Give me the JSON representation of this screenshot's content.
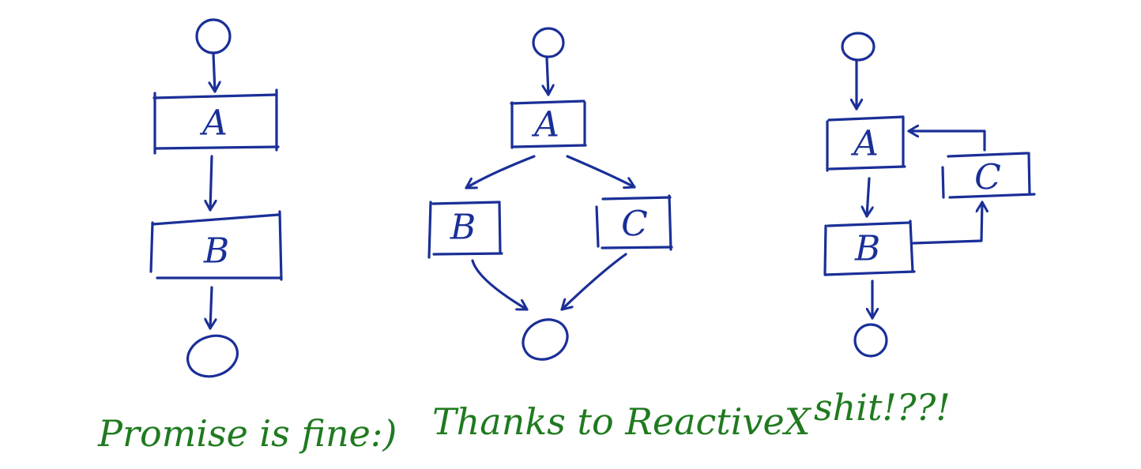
{
  "colors": {
    "ink": "#1a2f97",
    "caption": "#1f7a1f"
  },
  "diagrams": [
    {
      "caption": "Promise is fine:)",
      "nodes": {
        "A": "A",
        "B": "B"
      }
    },
    {
      "caption": "Thanks to ReactiveX",
      "nodes": {
        "A": "A",
        "B": "B",
        "C": "C"
      }
    },
    {
      "caption": "shit!??!",
      "nodes": {
        "A": "A",
        "B": "B",
        "C": "C"
      }
    }
  ]
}
